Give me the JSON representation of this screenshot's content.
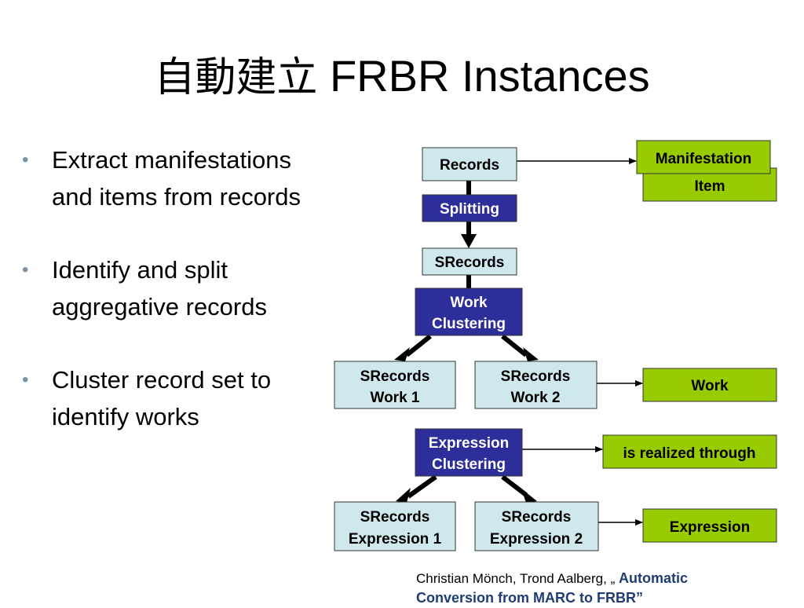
{
  "title": {
    "cjk": "自動建立",
    "latin": "FRBR Instances"
  },
  "bullets": [
    "Extract manifestations and items from records",
    "Identify and split aggregative records",
    "Cluster record set to identify works"
  ],
  "diagram": {
    "records": "Records",
    "splitting": "Splitting",
    "srecords": "SRecords",
    "work_clustering": [
      "Work",
      "Clustering"
    ],
    "srecords_work1": [
      "SRecords",
      "Work 1"
    ],
    "srecords_work2": [
      "SRecords",
      "Work 2"
    ],
    "expression_clustering": [
      "Expression",
      "Clustering"
    ],
    "srecords_expr1": [
      "SRecords",
      "Expression 1"
    ],
    "srecords_expr2": [
      "SRecords",
      "Expression 2"
    ],
    "manifestation": "Manifestation",
    "item": "Item",
    "work": "Work",
    "realized": "is realized through",
    "expression": "Expression"
  },
  "colors": {
    "light_box": "#cfe8ec",
    "dark_box": "#2e2e9a",
    "green_box": "#99cc00",
    "dark_text": "#ffffff",
    "bullet": "#7f93a8"
  },
  "citation": {
    "authors": "Christian Mönch, Trond Aalberg, „ ",
    "title_line1": "Automatic",
    "title_line2": "Conversion from MARC to FRBR”"
  }
}
